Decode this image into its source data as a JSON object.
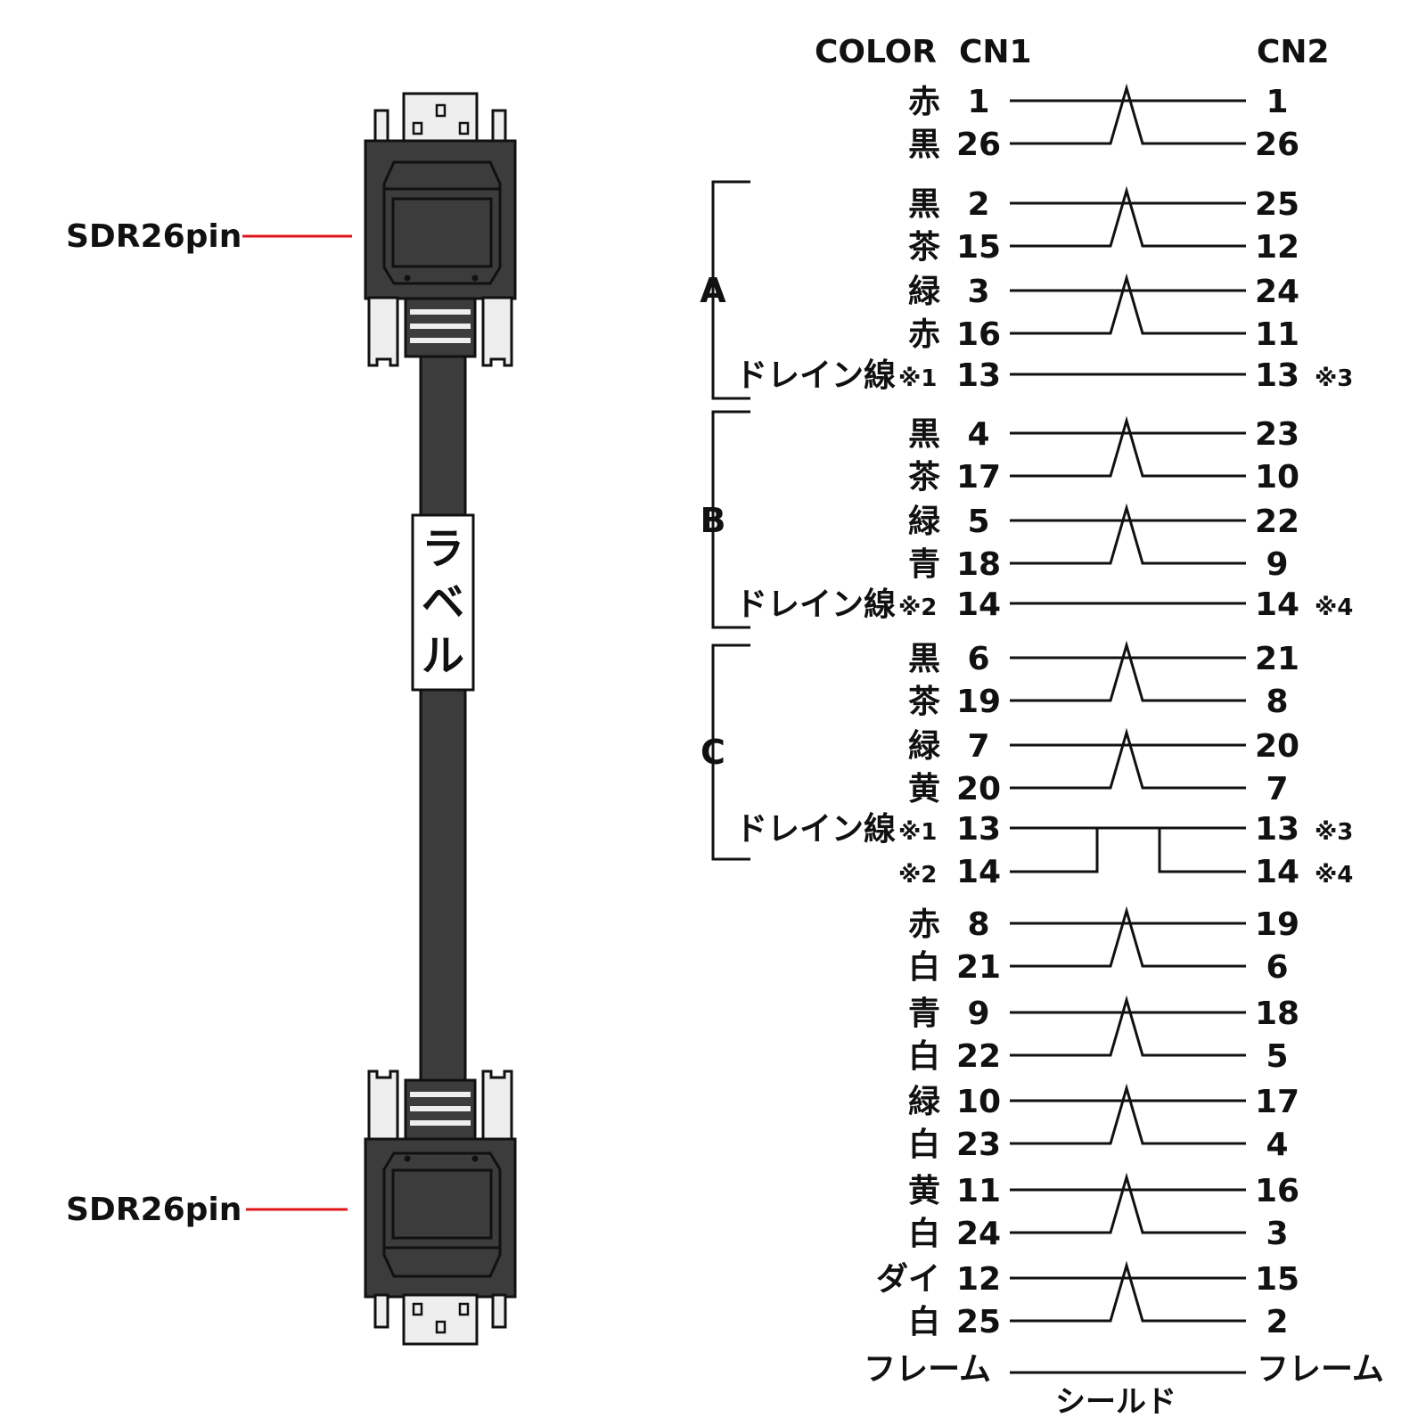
{
  "colors": {
    "connector_body": "#3c3c3c",
    "connector_metal": "#eeeeee",
    "outline": "#111111",
    "callout": "#e0161b",
    "wire": "#111111",
    "label_bg": "#ffffff"
  },
  "connectors": {
    "top_label": "SDR26pin",
    "bottom_label": "SDR26pin"
  },
  "cable_label": [
    "ラ",
    "ベ",
    "ル"
  ],
  "headers": {
    "color": "COLOR",
    "cn1": "CN1",
    "cn2": "CN2"
  },
  "groups": [
    {
      "name": "A"
    },
    {
      "name": "B"
    },
    {
      "name": "C"
    }
  ],
  "pairs": [
    {
      "rows": [
        {
          "color": "赤",
          "cn1": "1",
          "cn2": "1"
        },
        {
          "color": "黒",
          "cn1": "26",
          "cn2": "26"
        }
      ]
    },
    {
      "rows": [
        {
          "color": "黒",
          "cn1": "2",
          "cn2": "25"
        },
        {
          "color": "茶",
          "cn1": "15",
          "cn2": "12"
        }
      ]
    },
    {
      "rows": [
        {
          "color": "緑",
          "cn1": "3",
          "cn2": "24"
        },
        {
          "color": "赤",
          "cn1": "16",
          "cn2": "11"
        }
      ]
    },
    {
      "rows": [
        {
          "color": "黒",
          "cn1": "4",
          "cn2": "23"
        },
        {
          "color": "茶",
          "cn1": "17",
          "cn2": "10"
        }
      ]
    },
    {
      "rows": [
        {
          "color": "緑",
          "cn1": "5",
          "cn2": "22"
        },
        {
          "color": "青",
          "cn1": "18",
          "cn2": "9"
        }
      ]
    },
    {
      "rows": [
        {
          "color": "黒",
          "cn1": "6",
          "cn2": "21"
        },
        {
          "color": "茶",
          "cn1": "19",
          "cn2": "8"
        }
      ]
    },
    {
      "rows": [
        {
          "color": "緑",
          "cn1": "7",
          "cn2": "20"
        },
        {
          "color": "黄",
          "cn1": "20",
          "cn2": "7"
        }
      ]
    },
    {
      "rows": [
        {
          "color": "赤",
          "cn1": "8",
          "cn2": "19"
        },
        {
          "color": "白",
          "cn1": "21",
          "cn2": "6"
        }
      ]
    },
    {
      "rows": [
        {
          "color": "青",
          "cn1": "9",
          "cn2": "18"
        },
        {
          "color": "白",
          "cn1": "22",
          "cn2": "5"
        }
      ]
    },
    {
      "rows": [
        {
          "color": "緑",
          "cn1": "10",
          "cn2": "17"
        },
        {
          "color": "白",
          "cn1": "23",
          "cn2": "4"
        }
      ]
    },
    {
      "rows": [
        {
          "color": "黄",
          "cn1": "11",
          "cn2": "16"
        },
        {
          "color": "白",
          "cn1": "24",
          "cn2": "3"
        }
      ]
    },
    {
      "rows": [
        {
          "color": "ダイ",
          "cn1": "12",
          "cn2": "15"
        },
        {
          "color": "白",
          "cn1": "25",
          "cn2": "2"
        }
      ]
    }
  ],
  "drains": [
    {
      "color": "ドレイン線",
      "note1": "※1",
      "cn1": "13",
      "cn2": "13",
      "note2": "※3"
    },
    {
      "color": "ドレイン線",
      "note1": "※2",
      "cn1": "14",
      "cn2": "14",
      "note2": "※4"
    },
    {
      "color": "ドレイン線",
      "note1": "※1",
      "cn1": "13",
      "cn2": "13",
      "note2": "※3"
    },
    {
      "color": "",
      "note1": "※2",
      "cn1": "14",
      "cn2": "14",
      "note2": "※4"
    }
  ],
  "frame": {
    "cn1": "フレーム",
    "cn2": "フレーム",
    "shield": "シールド"
  }
}
